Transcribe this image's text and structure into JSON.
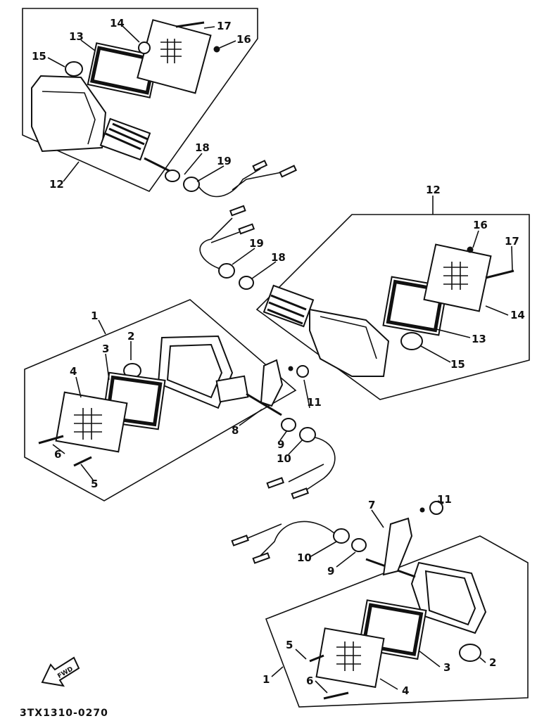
{
  "diagram": {
    "code": "3TX1310-0270",
    "fwd_label": "FWD",
    "colors": {
      "ink": "#111111",
      "background": "#ffffff"
    },
    "callouts": {
      "top": {
        "c14": "14",
        "c17": "17",
        "c13": "13",
        "c16": "16",
        "c15": "15",
        "c18": "18",
        "c19": "19",
        "c12": "12"
      },
      "right": {
        "c12": "12",
        "c16": "16",
        "c17": "17",
        "c19": "19",
        "c18": "18",
        "c14": "14",
        "c13": "13",
        "c15": "15"
      },
      "left": {
        "c1": "1",
        "c2": "2",
        "c3": "3",
        "c4": "4",
        "c11": "11",
        "c8": "8",
        "c6": "6",
        "c9": "9",
        "c10": "10",
        "c5": "5"
      },
      "bottom": {
        "c7": "7",
        "c11": "11",
        "c10": "10",
        "c9": "9",
        "c5": "5",
        "c3": "3",
        "c2": "2",
        "c1": "1",
        "c6": "6",
        "c4": "4"
      }
    }
  }
}
